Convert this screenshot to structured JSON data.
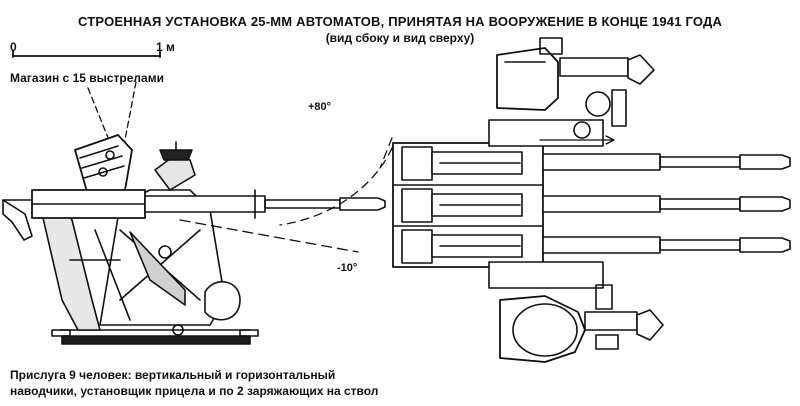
{
  "title": "СТРОЕННАЯ УСТАНОВКА 25-ММ АВТОМАТОВ, ПРИНЯТАЯ НА ВООРУЖЕНИЕ В КОНЦЕ 1941 ГОДА",
  "subtitle": "(вид сбоку и вид сверху)",
  "scale": {
    "start_label": "0",
    "end_label": "1 м"
  },
  "magazine_label": "Магазин с 15 выстрелами",
  "angles": {
    "elevation": "+80°",
    "depression": "-10°"
  },
  "crew": {
    "line1": "Прислуга 9 человек: вертикальный и горизонтальный",
    "line2": "наводчики, установщик прицела и по 2 заряжающих на ствол"
  }
}
